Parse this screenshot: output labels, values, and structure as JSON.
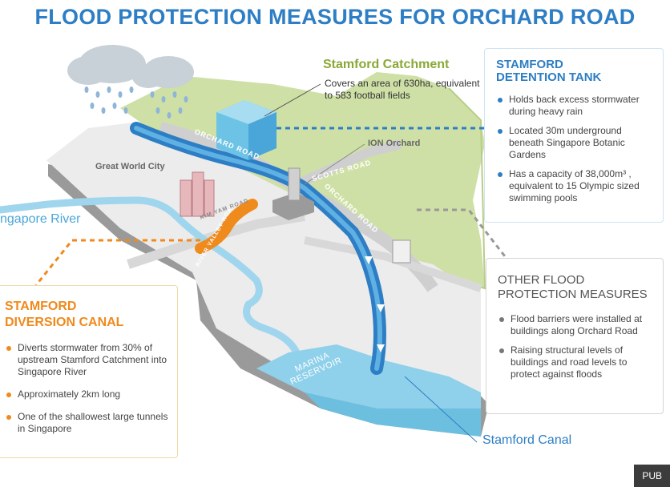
{
  "title": "FLOOD PROTECTION MEASURES FOR ORCHARD ROAD",
  "catchment": {
    "title": "Stamford Catchment",
    "description": "Covers an area of 630ha, equivalent to 583 football fields"
  },
  "detention_tank": {
    "title_line1": "STAMFORD",
    "title_line2": "DETENTION TANK",
    "points": [
      "Holds back excess stormwater during heavy rain",
      "Located 30m underground beneath Singapore Botanic Gardens",
      "Has a capacity of 38,000m³ , equivalent to 15 Olympic sized swimming pools"
    ]
  },
  "other_measures": {
    "title_line1": "OTHER FLOOD",
    "title_line2": "PROTECTION MEASURES",
    "points": [
      "Flood barriers were installed at buildings along Orchard Road",
      "Raising structural levels of buildings and road levels to protect against floods"
    ]
  },
  "diversion_canal": {
    "title_line1": "STAMFORD",
    "title_line2": "DIVERSION CANAL",
    "points": [
      "Diverts stormwater from 30% of upstream Stamford Catchment into Singapore River",
      "Approximately 2km long",
      "One of the shallowest large tunnels in Singapore"
    ]
  },
  "map_labels": {
    "ion_orchard": "ION Orchard",
    "great_world_city": "Great World City",
    "singapore_river": "ngapore River",
    "stamford_canal": "Stamford Canal",
    "marina_reservoir": "MARINA RESERVOIR",
    "orchard_road_1": "ORCHARD ROAD",
    "orchard_road_2": "ORCHARD ROAD",
    "scotts_road": "SCOTTS ROAD",
    "river_valley_road": "RIVER VALLEY ROAD",
    "kim_yam_road": "KIM YAM ROAD"
  },
  "credit": "PUB",
  "colors": {
    "title_blue": "#2d7ec4",
    "catchment_green": "#8aa836",
    "diversion_orange": "#ef8a1c",
    "land_green": "#cfe0a6",
    "water_blue": "#8fd0ea"
  },
  "icons": [
    "rain-cloud-icon",
    "flow-arrow-icon"
  ]
}
